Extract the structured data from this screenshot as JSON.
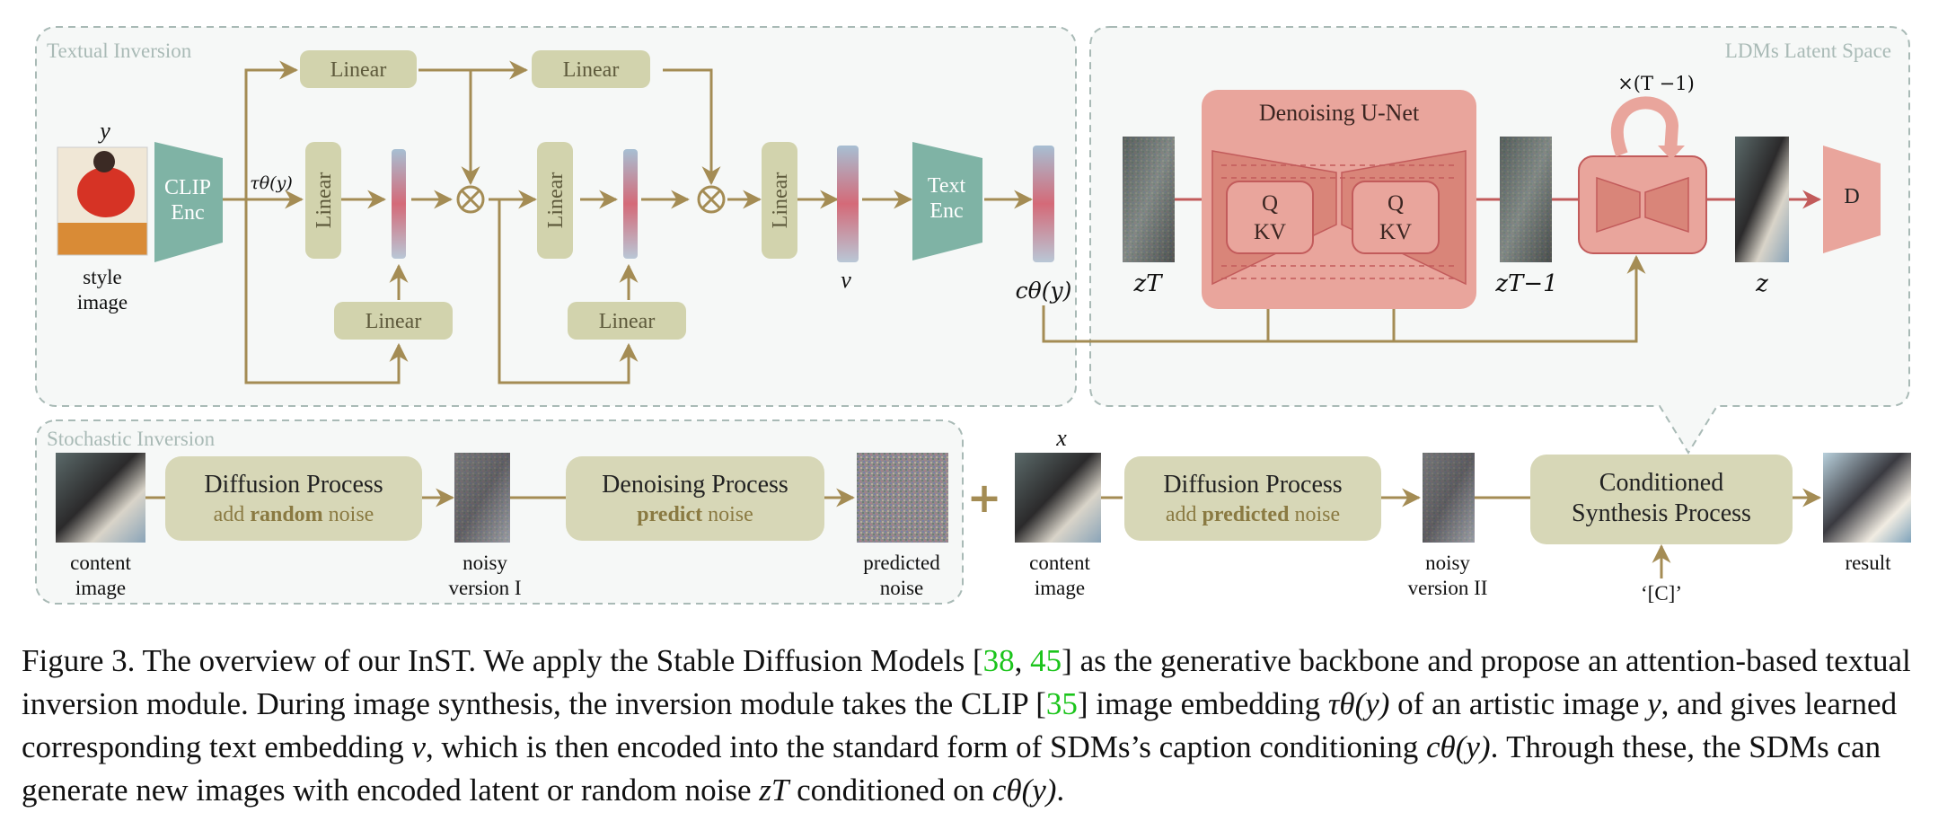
{
  "panels": {
    "textual_inversion": "Textual Inversion",
    "latent_space": "LDMs Latent Space",
    "stochastic_inversion": "Stochastic Inversion"
  },
  "textual": {
    "y_label": "y",
    "style_image_l1": "style",
    "style_image_l2": "image",
    "clip_enc_l1": "CLIP",
    "clip_enc_l2": "Enc",
    "tau_label": "τθ(y)",
    "linear": "Linear",
    "v_label": "v",
    "text_enc_l1": "Text",
    "text_enc_l2": "Enc",
    "c_label": "cθ(y)"
  },
  "latent": {
    "unet_title": "Denoising U-Net",
    "q": "Q",
    "kv": "KV",
    "loop_label": "×(T −1)",
    "zT": "zT",
    "zT1": "zT−1",
    "z": "z",
    "decoder": "D"
  },
  "stochastic": {
    "plus": "+",
    "x_label": "x",
    "diffusion_title": "Diffusion Process",
    "diff1_sub_a": "add ",
    "diff1_sub_b": "random",
    "diff1_sub_c": " noise",
    "denoising_title": "Denoising Process",
    "den_sub_a": "predict",
    "den_sub_b": " noise",
    "diff2_sub_a": "add ",
    "diff2_sub_b": "predicted",
    "diff2_sub_c": " noise",
    "cond_l1": "Conditioned",
    "cond_l2": "Synthesis Process",
    "content_image_l1": "content",
    "content_image_l2": "image",
    "noisy1_l1": "noisy",
    "noisy1_l2": "version I",
    "predicted_l1": "predicted",
    "predicted_l2": "noise",
    "content2_l1": "content",
    "content2_l2": "image",
    "noisy2_l1": "noisy",
    "noisy2_l2": "version II",
    "prompt": "‘[C]’",
    "result": "result"
  },
  "caption": {
    "p1": "Figure 3. The overview of our InST. We apply the Stable Diffusion Models [",
    "c1": "38",
    "p2": ", ",
    "c2": "45",
    "p3": "] as the generative backbone and propose an attention-based textual inversion module. During image synthesis, the inversion module takes the CLIP  [",
    "c3": "35",
    "p4": "] image embedding ",
    "m1": "τθ(y)",
    "p5": " of an artistic image ",
    "m2": "y",
    "p6": ", and gives learned corresponding text embedding ",
    "m3": "v",
    "p7": ", which is then encoded into the standard form of SDMs’s caption conditioning ",
    "m4": "cθ(y)",
    "p8": ". Through these, the SDMs can generate new images with encoded latent or random noise ",
    "m5": "zT",
    "p9": " conditioned on ",
    "m6": "cθ(y)",
    "p10": "."
  },
  "colors": {
    "arrow": "#a48c54",
    "linear_fill": "#d2d3ad",
    "process_fill": "#d7d7b7",
    "teal": "#7fb3a5",
    "unet_fill": "#e9a59c",
    "red_line": "#c25b5b"
  }
}
